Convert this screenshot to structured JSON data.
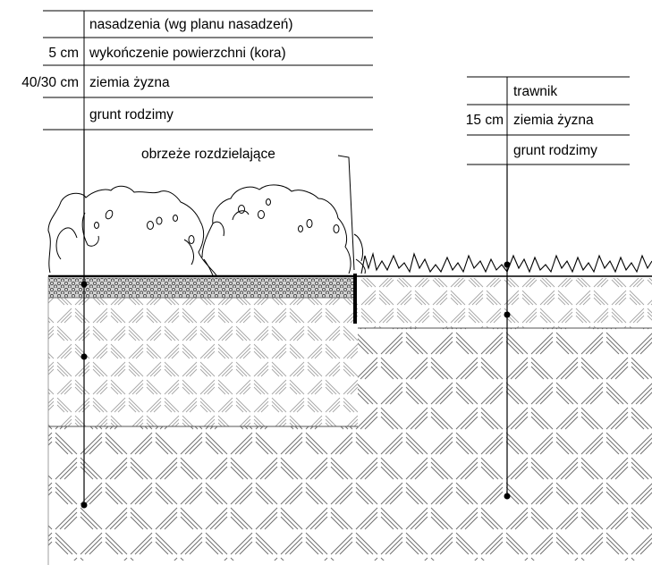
{
  "left_table": {
    "rows": [
      {
        "thickness": "",
        "label": "nasadzenia (wg planu nasadzeń)"
      },
      {
        "thickness": "5 cm",
        "label": "wykończenie powierzchni (kora)"
      },
      {
        "thickness": "40/30 cm",
        "label": "ziemia żyzna"
      },
      {
        "thickness": "",
        "label": "grunt rodzimy"
      }
    ]
  },
  "right_table": {
    "rows": [
      {
        "thickness": "",
        "label": "trawnik"
      },
      {
        "thickness": "15 cm",
        "label": "ziemia żyzna"
      },
      {
        "thickness": "",
        "label": "grunt rodzimy"
      }
    ]
  },
  "edging_label": "obrzeże rozdzielające",
  "colors": {
    "line": "#000000",
    "hatch": "#8a8a8a",
    "background": "#ffffff"
  }
}
